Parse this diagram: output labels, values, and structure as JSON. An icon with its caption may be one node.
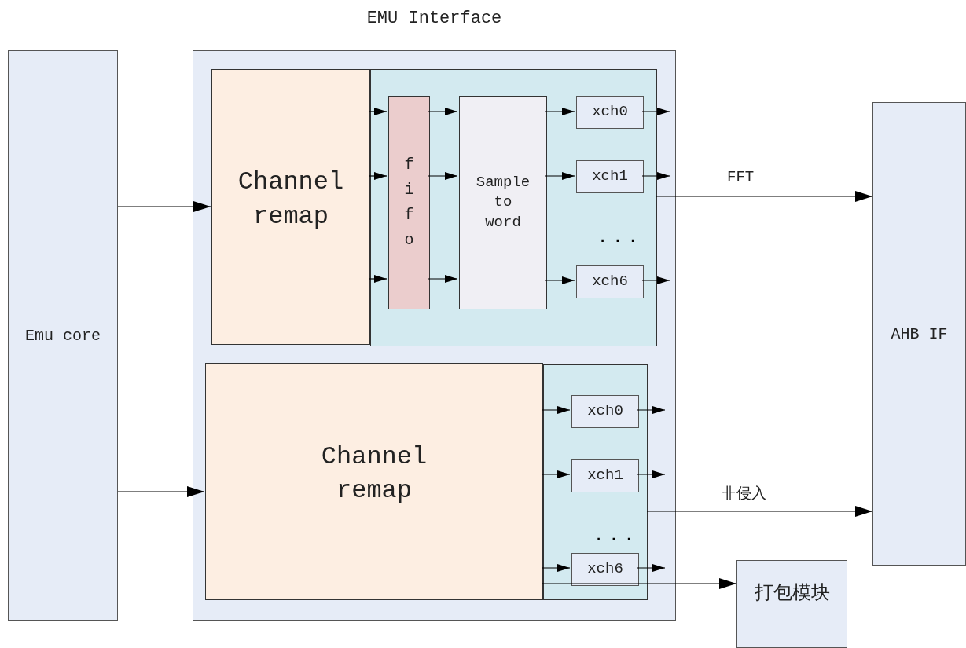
{
  "diagram": {
    "nodes": [
      {
        "text": [
          "Emu core"
        ]
      },
      {
        "text": [
          "EMU Interface"
        ]
      },
      {
        "text": [],
        "shape": "box",
        "in": 1
      },
      {
        "text": [
          "Channel remap"
        ],
        "in": 1
      },
      {
        "text": [
          "fifo"
        ],
        "in": 2
      },
      {
        "text": [
          "Sample to word"
        ],
        "in": 2
      },
      {
        "text": [
          "xch0"
        ],
        "in": 2
      },
      {
        "text": [
          "xch1"
        ],
        "in": 2
      },
      {
        "text": [
          "xch6"
        ],
        "in": 2
      },
      {
        "text": [
          "AHB IF"
        ]
      },
      {
        "text": [],
        "shape": "box",
        "in": 1
      },
      {
        "text": [
          "Channel remap"
        ],
        "in": 1
      },
      {
        "text": [
          "xch0"
        ],
        "in": 10
      },
      {
        "text": [
          "xch1"
        ],
        "in": 10
      },
      {
        "text": [
          "xch6"
        ],
        "in": 10
      },
      {
        "text": [
          "打包模块"
        ]
      }
    ],
    "edges": [
      {
        "from": 0,
        "to": 3,
        "arrow": "to"
      },
      {
        "from": 0,
        "to": 11,
        "arrow": "to"
      },
      {
        "from": 3,
        "to": 4,
        "arrow": "to"
      },
      {
        "from": 3,
        "to": 4,
        "arrow": "to"
      },
      {
        "from": 3,
        "to": 4,
        "arrow": "to"
      },
      {
        "from": 4,
        "to": 5,
        "arrow": "to"
      },
      {
        "from": 4,
        "to": 5,
        "arrow": "to"
      },
      {
        "from": 4,
        "to": 5,
        "arrow": "to"
      },
      {
        "from": 5,
        "to": 6,
        "arrow": "to"
      },
      {
        "from": 5,
        "to": 7,
        "arrow": "to"
      },
      {
        "from": 5,
        "to": 8,
        "arrow": "to"
      },
      {
        "from": 6,
        "to": null,
        "arrow": "to"
      },
      {
        "from": 7,
        "to": null,
        "arrow": "to"
      },
      {
        "from": 8,
        "to": null,
        "arrow": "to"
      },
      {
        "from": 2,
        "to": 9,
        "arrow": "to",
        "label": "FFT"
      },
      {
        "from": 11,
        "to": 12,
        "arrow": "to"
      },
      {
        "from": 11,
        "to": 13,
        "arrow": "to"
      },
      {
        "from": 11,
        "to": 14,
        "arrow": "to"
      },
      {
        "from": 12,
        "to": null,
        "arrow": "to"
      },
      {
        "from": 13,
        "to": null,
        "arrow": "to"
      },
      {
        "from": 14,
        "to": null,
        "arrow": "to"
      },
      {
        "from": 10,
        "to": 9,
        "arrow": "to",
        "label": "非侵入"
      },
      {
        "from": 11,
        "to": 15,
        "arrow": "to"
      }
    ],
    "labels": [
      "...",
      "..."
    ]
  }
}
